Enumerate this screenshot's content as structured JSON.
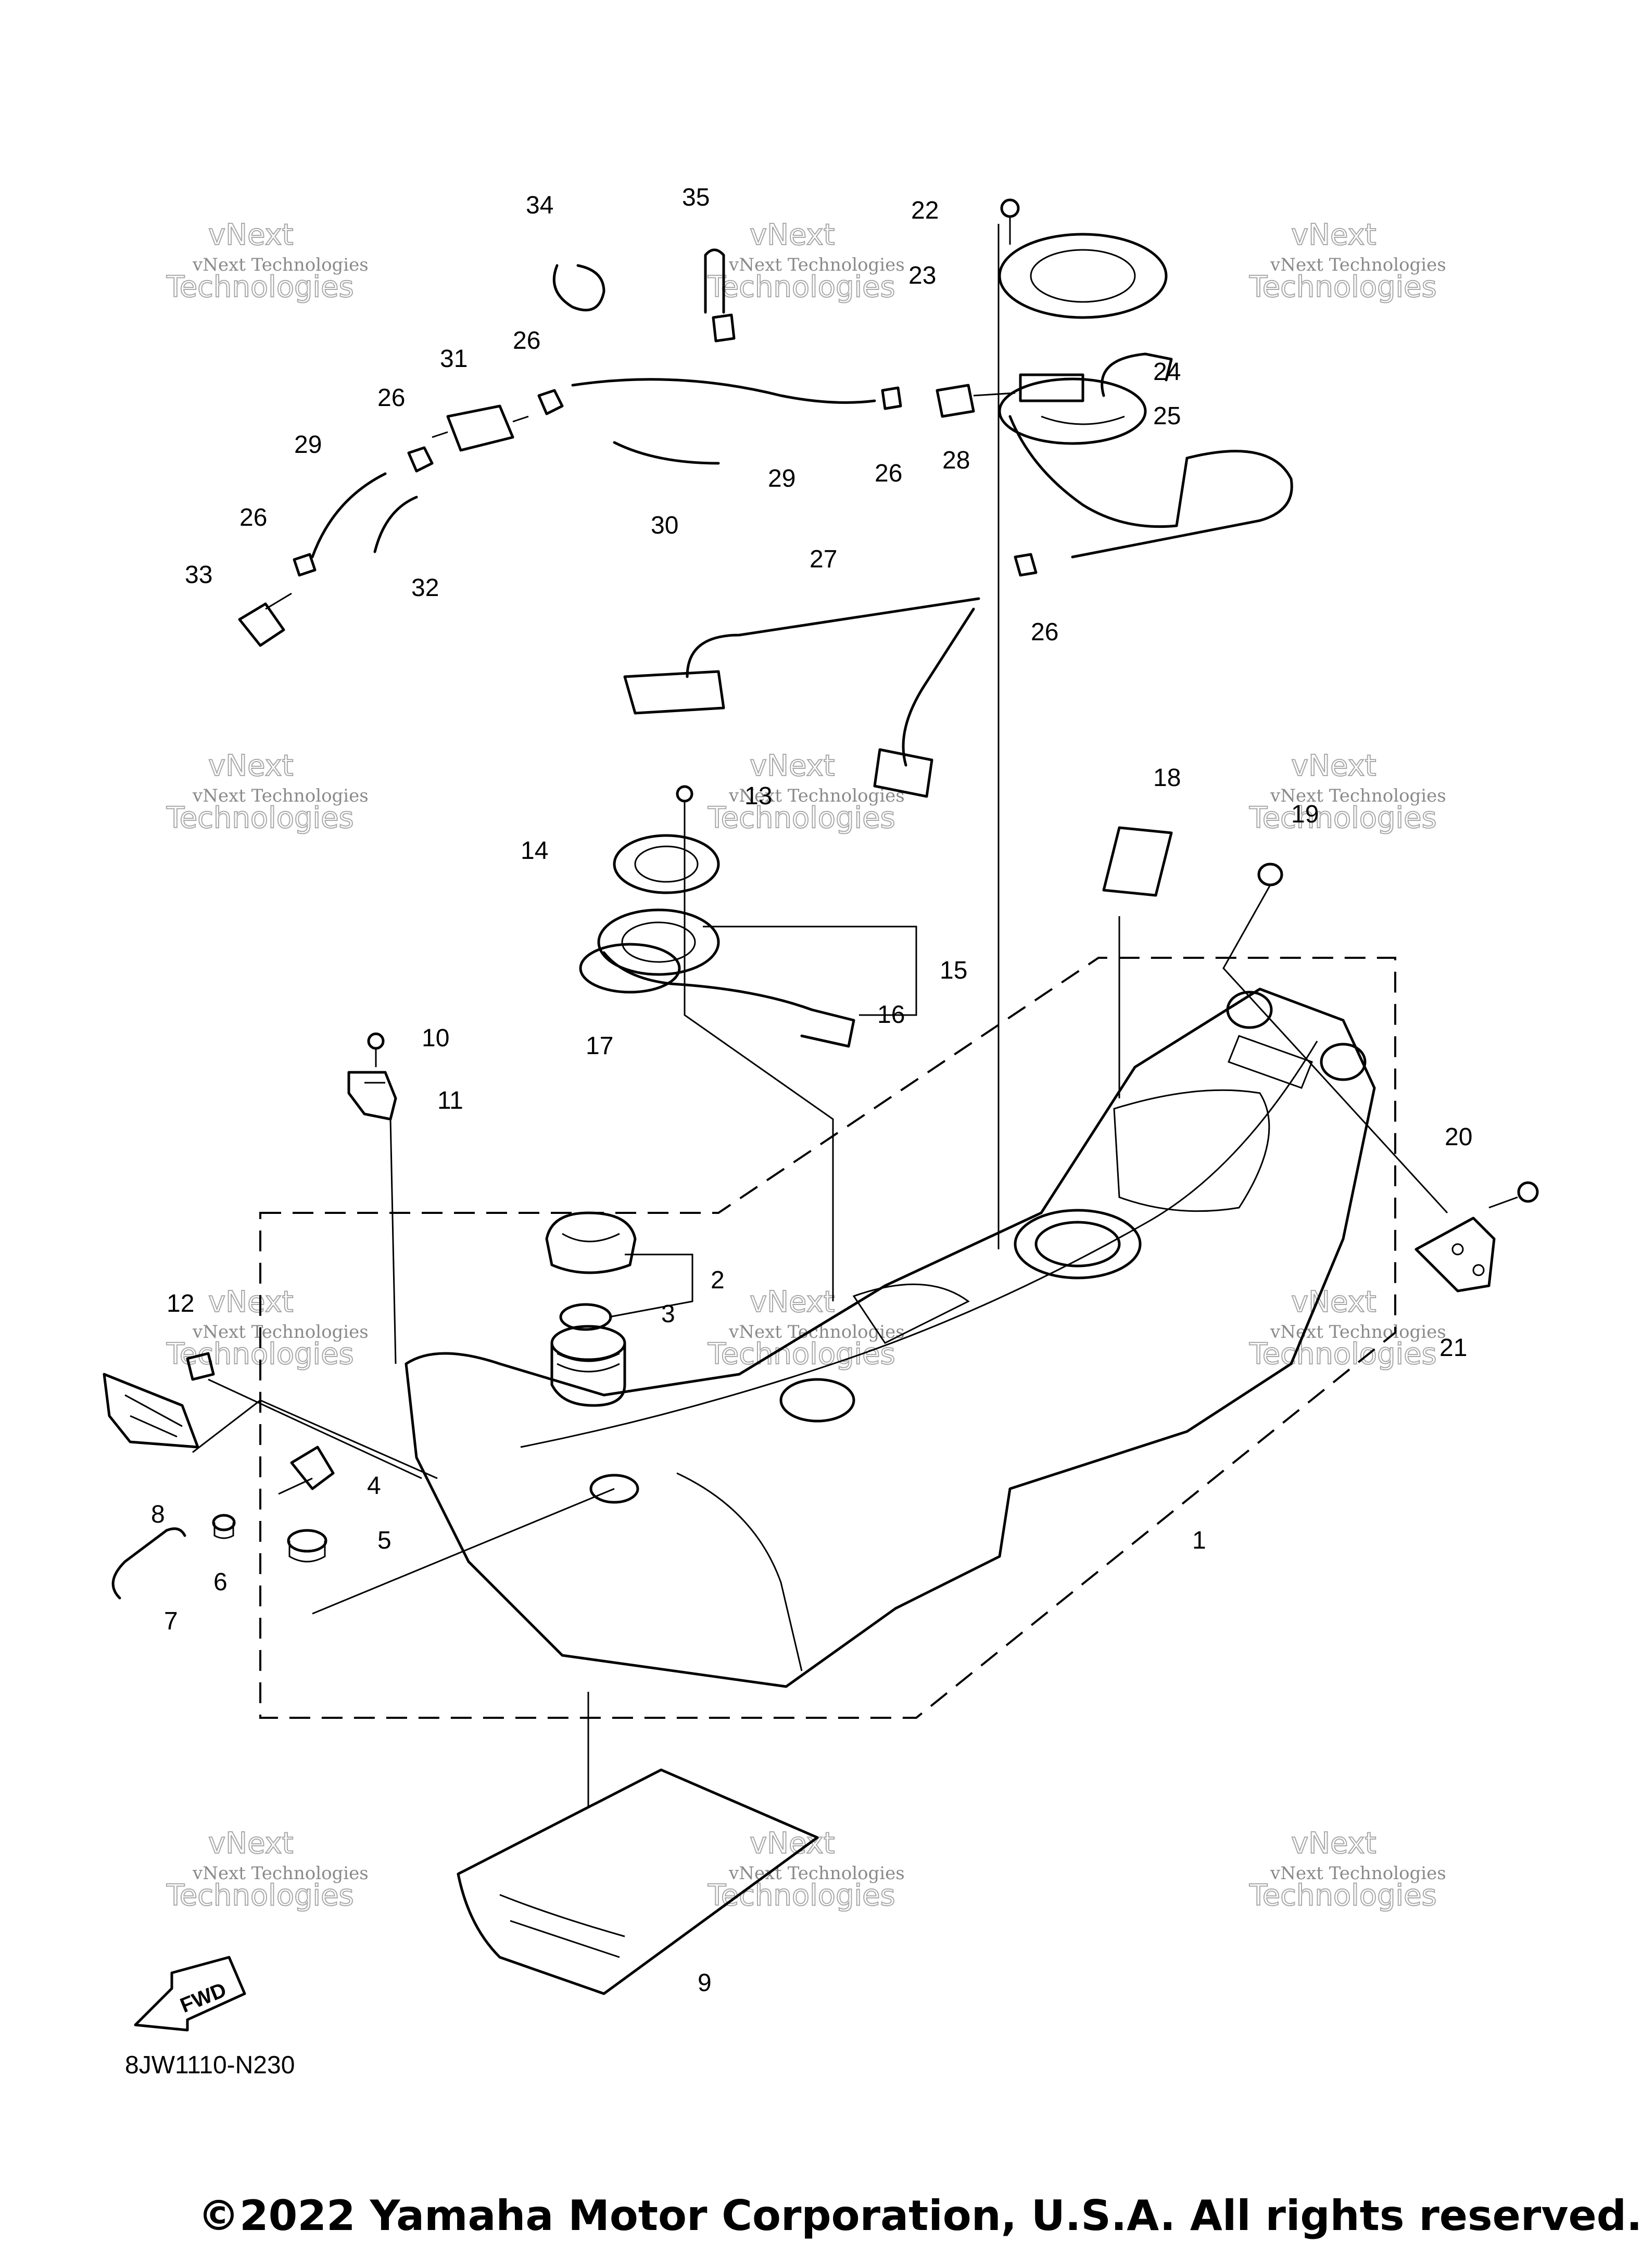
{
  "watermark": {
    "name": "vNext Technologies",
    "logo": "vNext"
  },
  "callouts": [
    "1",
    "2",
    "3",
    "4",
    "5",
    "6",
    "7",
    "8",
    "9",
    "10",
    "11",
    "12",
    "13",
    "14",
    "15",
    "16",
    "17",
    "18",
    "19",
    "20",
    "21",
    "22",
    "23",
    "24",
    "25",
    "26",
    "27",
    "28",
    "29",
    "30",
    "31",
    "32",
    "33",
    "34",
    "35"
  ],
  "fwd_label": "FWD",
  "diagram_code": "8JW1110-N230",
  "copyright": "©2022 Yamaha Motor Corporation, U.S.A. All rights reserved."
}
